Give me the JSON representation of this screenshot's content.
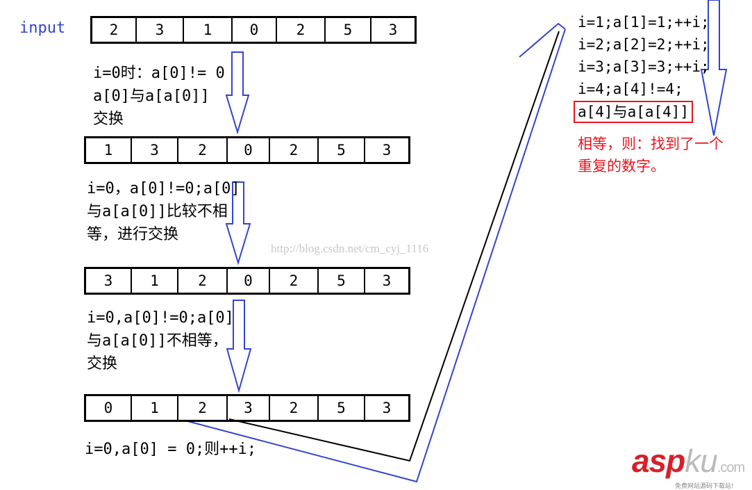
{
  "input_label": "input",
  "rows": [
    [
      "2",
      "3",
      "1",
      "0",
      "2",
      "5",
      "3"
    ],
    [
      "1",
      "3",
      "2",
      "0",
      "2",
      "5",
      "3"
    ],
    [
      "3",
      "1",
      "2",
      "0",
      "2",
      "5",
      "3"
    ],
    [
      "0",
      "1",
      "2",
      "3",
      "2",
      "5",
      "3"
    ]
  ],
  "steps": [
    [
      "i=0时：a[0]!= 0",
      "a[0]与a[a[0]]",
      "交换"
    ],
    [
      "i=0，a[0]!=0;a[0]",
      "与a[a[0]]比较不相",
      "等，进行交换"
    ],
    [
      "i=0,a[0]!=0;a[0]",
      "与a[a[0]]不相等，",
      "交换"
    ],
    [
      "i=0,a[0] = 0;则++i;"
    ]
  ],
  "right_lines": [
    "i=1;a[1]=1;++i;",
    "i=2;a[2]=2;++i;",
    "i=3;a[3]=3;++i;",
    "i=4;a[4]!=4;"
  ],
  "highlight": "a[4]与a[a[4]]",
  "conclusion": [
    "相等，则：找到了一个",
    "重复的数字。"
  ],
  "watermark": "http://blog.csdn.net/cm_cyj_1116",
  "logo": {
    "asp": "asp",
    "ku": "ku",
    "com": ".com",
    "sub": "免费网站源码下载站!"
  },
  "colors": {
    "arrow": "#3344cc",
    "highlight": "#e8141e"
  }
}
